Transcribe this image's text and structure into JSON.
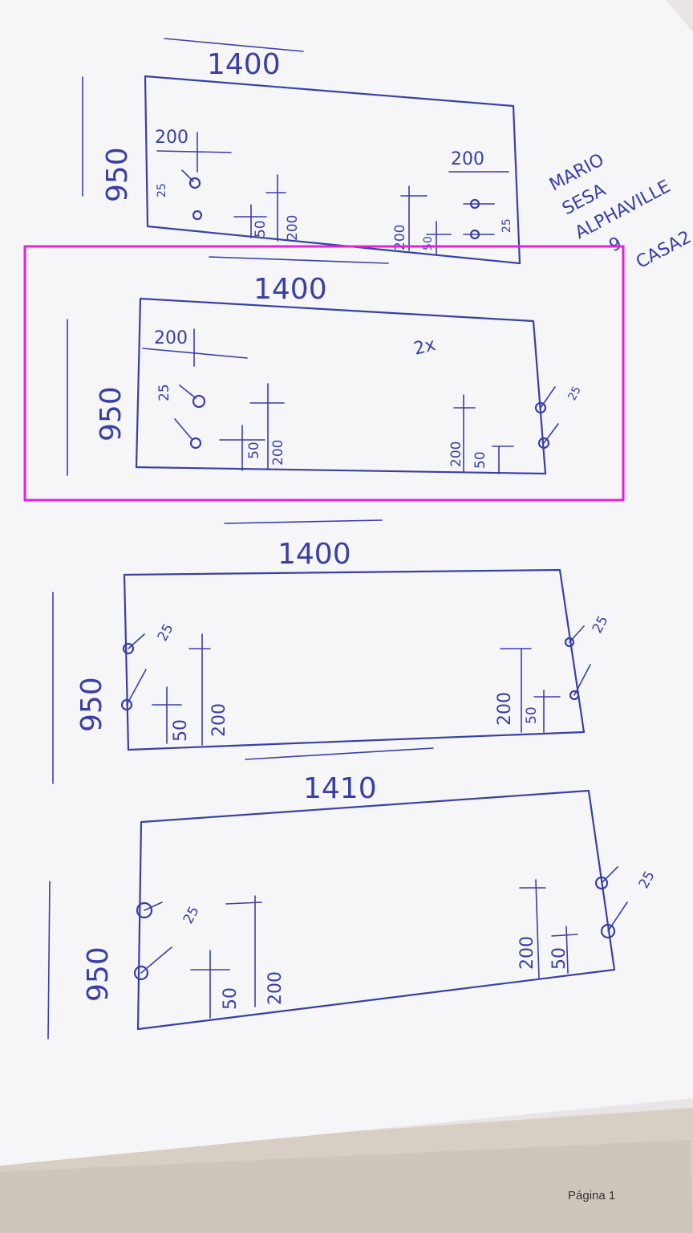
{
  "sketches": [
    {
      "width_label": "1400",
      "height_label": "950",
      "dims": {
        "top_left": "200",
        "left": "25",
        "left_short": "50",
        "left_long": "200",
        "right_top": "200",
        "right_long": "200",
        "right_short": "50",
        "right_edge": "25"
      }
    },
    {
      "width_label": "1400",
      "height_label": "950",
      "quantity": "2x",
      "dims": {
        "top_left": "200",
        "left": "25",
        "left_short": "50",
        "left_long": "200",
        "right_long": "200",
        "right_short": "50",
        "right_edge": "25"
      }
    },
    {
      "width_label": "1400",
      "height_label": "950",
      "dims": {
        "left_edge": "25",
        "left_short": "50",
        "left_long": "200",
        "right_long": "200",
        "right_short": "50",
        "right_edge": "25"
      }
    },
    {
      "width_label": "1410",
      "height_label": "950",
      "dims": {
        "left_edge": "25",
        "left_short": "50",
        "left_long": "200",
        "right_long": "200",
        "right_short": "50",
        "right_edge": "25"
      }
    }
  ],
  "note": {
    "lines": [
      "MARIO",
      "SESA",
      "ALPHAVILLE",
      "9",
      "CASA2"
    ]
  },
  "footer": {
    "page_label": "Página 1"
  },
  "colors": {
    "ink": "#3a3fa6",
    "paper": "#f6f6f8",
    "highlight": "#e81ee0"
  }
}
